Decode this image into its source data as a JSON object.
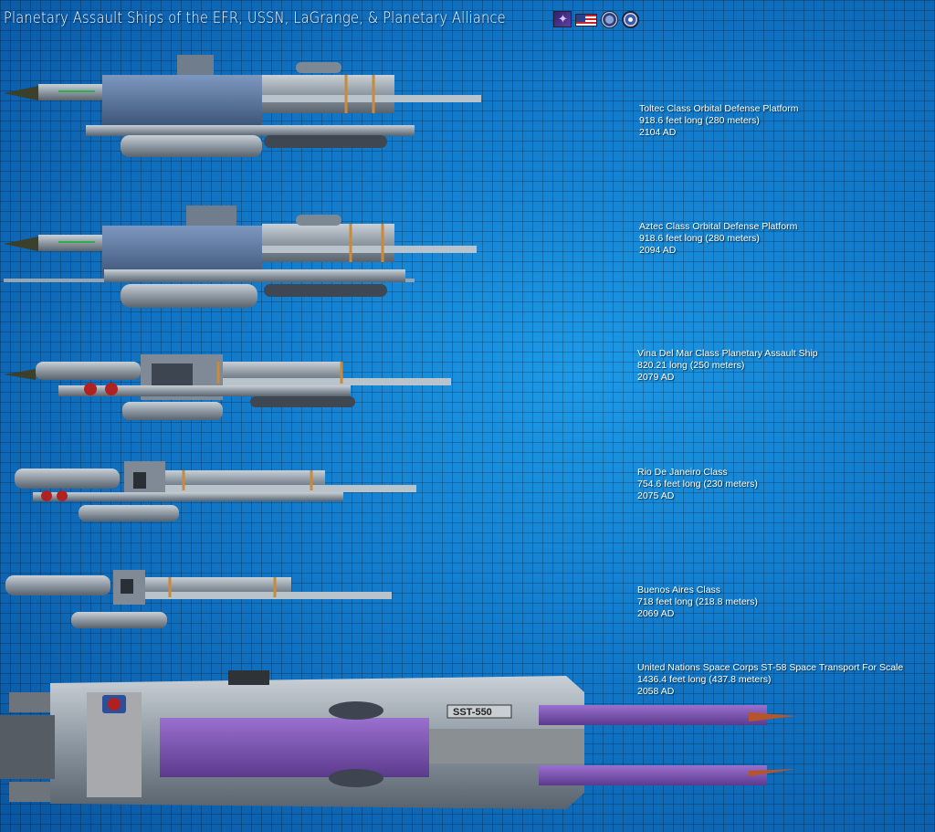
{
  "title": "Planetary Assault Ships  of the EFR, USSN, LaGrange, & Planetary Alliance",
  "flags": [
    "efr-flag-icon",
    "us-flag-icon",
    "lagrange-seal-icon",
    "alliance-seal-icon"
  ],
  "ships": [
    {
      "name": "Toltec Class Orbital Defense Platform",
      "length": "918.6 feet long (280 meters)",
      "year": "2104 AD"
    },
    {
      "name": "Aztec Class Orbital Defense Platform",
      "length": "918.6 feet long (280 meters)",
      "year": "2094 AD"
    },
    {
      "name": "Vina Del Mar Class Planetary Assault Ship",
      "length": "820.21 long (250 meters)",
      "year": "2079 AD"
    },
    {
      "name": "Rio De Janeiro Class",
      "length": "754.6 feet long (230 meters)",
      "year": "2075 AD"
    },
    {
      "name": "Buenos Aires Class",
      "length": "718 feet long (218.8 meters)",
      "year": "2069 AD"
    },
    {
      "name": "United Nations Space Corps ST-58 Space Transport For Scale",
      "length": "1436.4 feet long (437.8 meters)",
      "year": "2058 AD"
    }
  ],
  "transport_hull_marking": "SST-550",
  "colors": {
    "background": "#1278c8",
    "hull": "#9aa4ad",
    "hull_dark": "#4a5866",
    "accent_orange": "#c98a3a",
    "accent_purple": "#7a4fb0"
  }
}
